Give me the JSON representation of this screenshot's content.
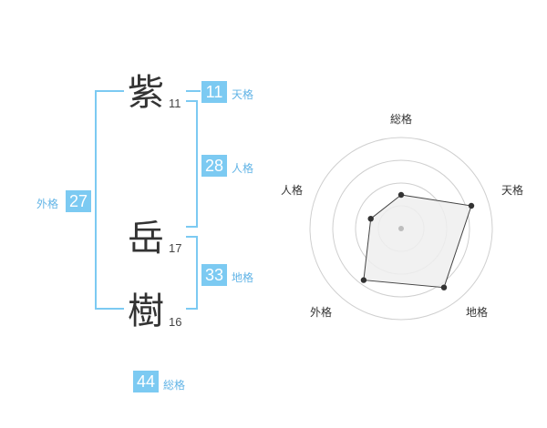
{
  "name": {
    "chars": [
      {
        "char": "紫",
        "strokes": "11"
      },
      {
        "char": "岳",
        "strokes": "17"
      },
      {
        "char": "樹",
        "strokes": "16"
      }
    ]
  },
  "grids": {
    "tenkaku": {
      "value": "11",
      "label": "天格"
    },
    "jinkaku": {
      "value": "28",
      "label": "人格"
    },
    "chikaku": {
      "value": "33",
      "label": "地格"
    },
    "gaikaku": {
      "value": "27",
      "label": "外格"
    },
    "soukaku": {
      "value": "44",
      "label": "総格"
    }
  },
  "chart_data": {
    "type": "radar",
    "axes": [
      "総格",
      "天格",
      "地格",
      "外格",
      "人格"
    ],
    "values": [
      0.37,
      0.81,
      0.8,
      0.7,
      0.35
    ],
    "range": [
      0,
      1
    ],
    "rings": 4,
    "colors": {
      "fill": "#efefef",
      "stroke": "#444444",
      "ring": "#cfcfcf",
      "center": "#bdbdbd"
    }
  }
}
